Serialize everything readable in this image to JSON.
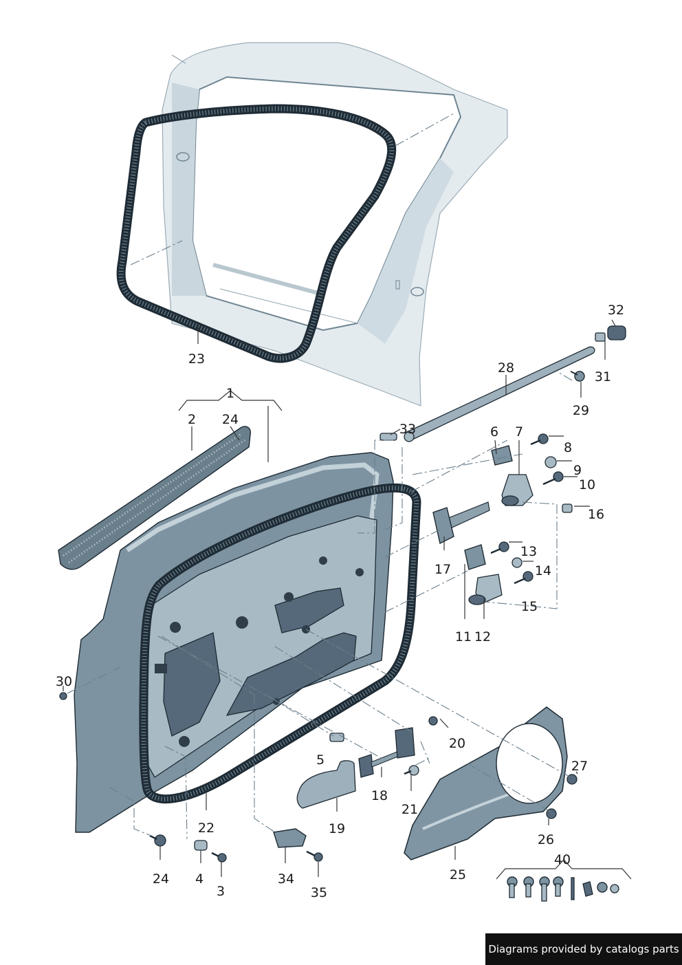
{
  "labels": {
    "l1": "1",
    "l2": "2",
    "l3": "3",
    "l4": "4",
    "l5": "5",
    "l6": "6",
    "l7": "7",
    "l8": "8",
    "l9": "9",
    "l10": "10",
    "l11": "11",
    "l12": "12",
    "l13": "13",
    "l14": "14",
    "l15": "15",
    "l16": "16",
    "l17": "17",
    "l18": "18",
    "l19": "19",
    "l20": "20",
    "l21": "21",
    "l22": "22",
    "l23": "23",
    "l24a": "24",
    "l24b": "24",
    "l25": "25",
    "l26": "26",
    "l27": "27",
    "l28": "28",
    "l29": "29",
    "l30": "30",
    "l31": "31",
    "l32": "32",
    "l33": "33",
    "l34": "34",
    "l35": "35",
    "l40": "40"
  },
  "footer": {
    "credit": "Diagrams provided by catalogs parts"
  },
  "colors": {
    "part_fill": "#7d93a1",
    "part_dark": "#55697a",
    "outline": "#1e2a33",
    "body_shadow": "#d3dde4"
  }
}
